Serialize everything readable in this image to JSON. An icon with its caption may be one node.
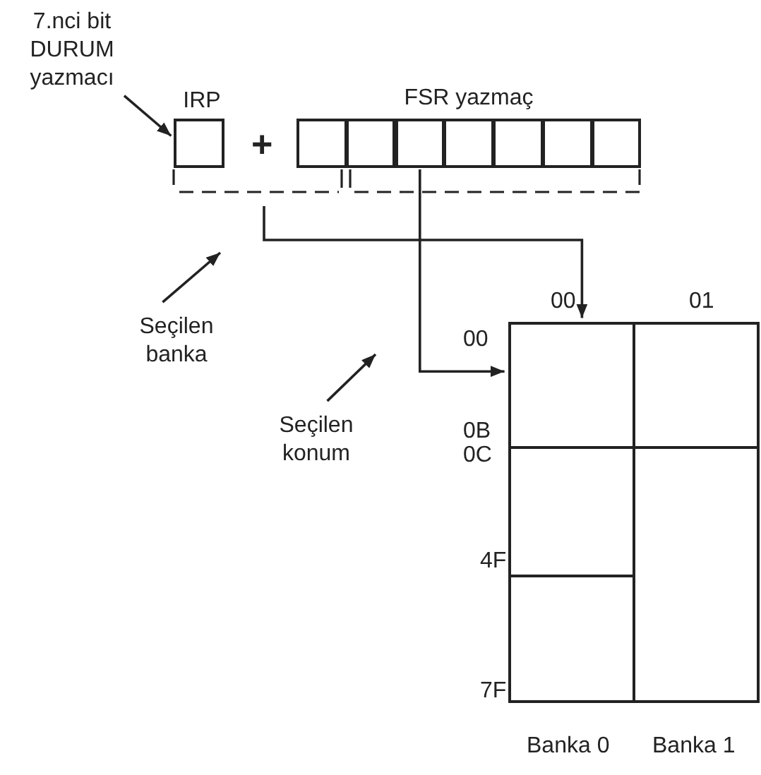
{
  "diagram": {
    "nodes": [
      {
        "text": [
          "7.nci bit DURUM yazmacı"
        ]
      },
      {
        "text": [
          "IRP"
        ]
      },
      {
        "text": [
          "FSR yazmaç"
        ]
      },
      {
        "text": [],
        "shape": "box",
        "in": 2
      },
      {
        "text": [],
        "shape": "box",
        "in": 2
      },
      {
        "text": [],
        "shape": "box",
        "in": 2
      },
      {
        "text": [],
        "shape": "box",
        "in": 2
      },
      {
        "text": [],
        "shape": "box",
        "in": 2
      },
      {
        "text": [],
        "shape": "box",
        "in": 2
      },
      {
        "text": [],
        "shape": "box",
        "in": 2
      },
      {
        "text": [],
        "shape": "box"
      },
      {
        "text": [],
        "shape": "box"
      },
      {
        "text": [],
        "shape": "box"
      },
      {
        "text": [],
        "shape": "box"
      },
      {
        "text": [],
        "shape": "box"
      },
      {
        "text": [
          "Seçilen banka"
        ]
      },
      {
        "text": [
          "Seçilen konum"
        ]
      }
    ],
    "edges": [
      {
        "from": 0,
        "to": 1,
        "arrow": "to"
      },
      {
        "from": null,
        "to": 10,
        "arrow": "to"
      },
      {
        "from": 5,
        "to": 10,
        "arrow": "to"
      },
      {
        "from": 15,
        "to": null,
        "arrow": "to"
      },
      {
        "from": 16,
        "to": null,
        "arrow": "to"
      }
    ],
    "labels": [
      "+",
      "00",
      "01",
      "00",
      "0B",
      "0C",
      "4F",
      "7F",
      "Banka 0",
      "Banka 1"
    ]
  }
}
